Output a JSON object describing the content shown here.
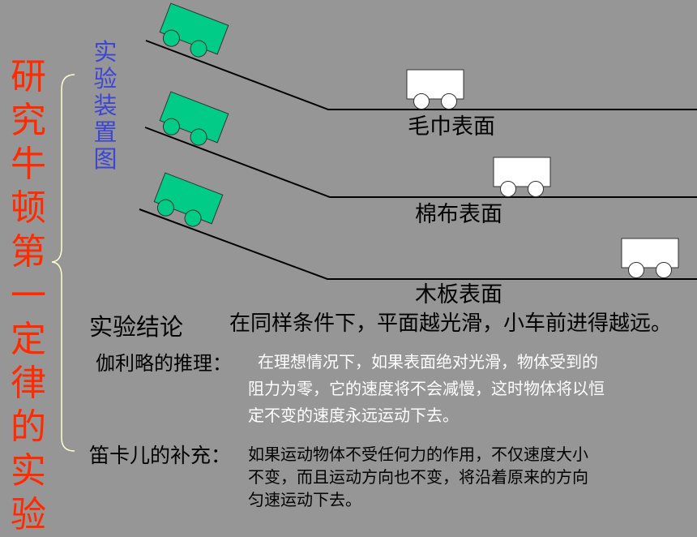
{
  "side_title": "研究牛顿第一定律的实验",
  "apparatus_label": "实验装置图",
  "surfaces": [
    {
      "label": "毛巾表面"
    },
    {
      "label": "棉布表面"
    },
    {
      "label": "木板表面"
    }
  ],
  "conclusion": {
    "label": "实验结论",
    "text": "在同样条件下，平面越光滑，小车前进得越远。"
  },
  "galileo": {
    "label": "伽利略的推理：",
    "lines": [
      "在理想情况下，如果表面绝对光滑，物体受到的",
      "阻力为零，它的速度将不会减慢，这时物体将以恒",
      "定不变的速度永远运动下去。"
    ]
  },
  "descartes": {
    "label": "笛卡儿的补充：",
    "lines": [
      "如果运动物体不受任何力的作用，不仅速度大小",
      "不变，而且运动方向也不变，将沿着原来的方向",
      "匀速运动下去。"
    ]
  },
  "colors": {
    "background": "#969696",
    "title": "#ff2a00",
    "apparatus_label": "#3d45d6",
    "cart_on_ramp": "#00cc88",
    "cart_on_flat": "#ffffff",
    "brace": "#ffffcc"
  }
}
